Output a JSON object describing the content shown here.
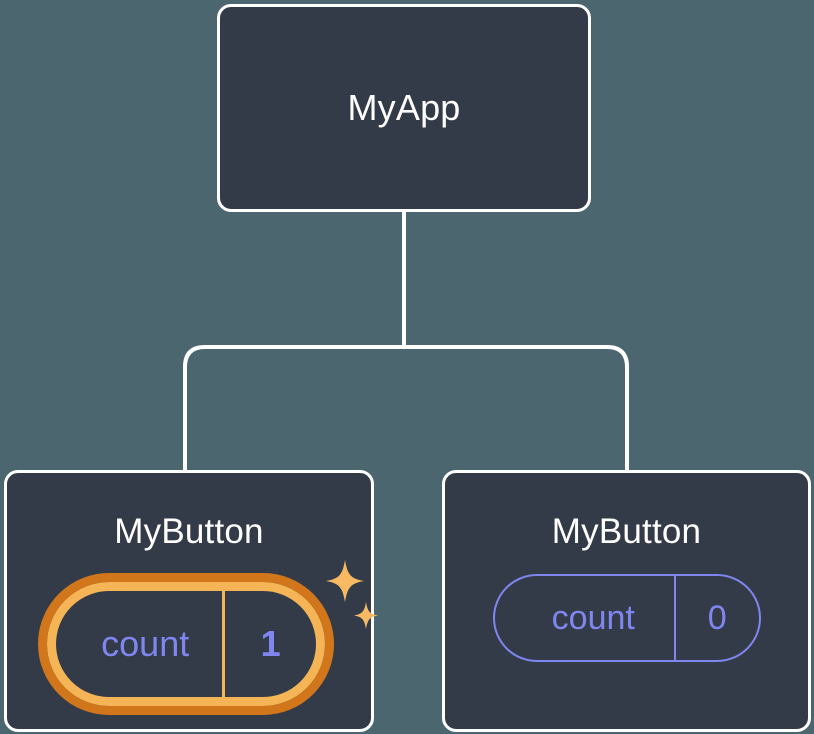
{
  "diagram": {
    "type": "component-tree",
    "background_color": "#4c6670",
    "card_color": "#343b48",
    "connector_color": "#ffffff",
    "accent_highlight_outer": "#d1761b",
    "accent_highlight_inner": "#f5b456",
    "accent_state_text": "#8086f0",
    "root": {
      "title": "MyApp"
    },
    "children": [
      {
        "title": "MyButton",
        "state": {
          "key": "count",
          "value": "1"
        },
        "highlighted": true,
        "sparkle": true
      },
      {
        "title": "MyButton",
        "state": {
          "key": "count",
          "value": "0"
        },
        "highlighted": false,
        "sparkle": false
      }
    ]
  }
}
